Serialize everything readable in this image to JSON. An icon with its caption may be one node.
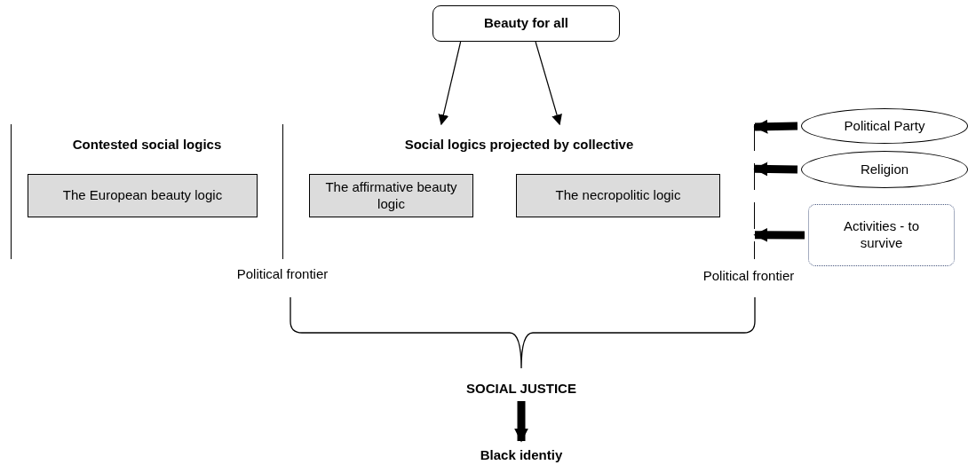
{
  "diagram": {
    "nodes": [
      {
        "text": [
          "Beauty for all"
        ]
      },
      {
        "text": [
          "Contested social logics"
        ]
      },
      {
        "text": [
          "The European beauty logic"
        ],
        "in": 1
      },
      {
        "text": [
          "Social logics projected by collective"
        ]
      },
      {
        "text": [
          "The affirmative beauty logic"
        ],
        "in": 3
      },
      {
        "text": [
          "The necropolitic logic"
        ],
        "in": 3
      },
      {
        "text": [
          "Political Party"
        ]
      },
      {
        "text": [
          "Religion"
        ]
      },
      {
        "text": [
          "Activities - to survive"
        ]
      },
      {
        "text": [
          "SOCIAL JUSTICE"
        ]
      },
      {
        "text": [
          "Black identiy"
        ]
      }
    ],
    "edges": [
      {
        "from": 0,
        "to": 3,
        "arrow": "to"
      },
      {
        "from": 0,
        "to": 3,
        "arrow": "to"
      },
      {
        "from": 6,
        "to": 3,
        "arrow": "to"
      },
      {
        "from": 7,
        "to": 3,
        "arrow": "to"
      },
      {
        "from": 8,
        "to": 3,
        "arrow": "to"
      },
      {
        "from": 9,
        "to": 10,
        "arrow": "to"
      }
    ],
    "labels": [
      "Political frontier",
      "Political frontier"
    ]
  }
}
